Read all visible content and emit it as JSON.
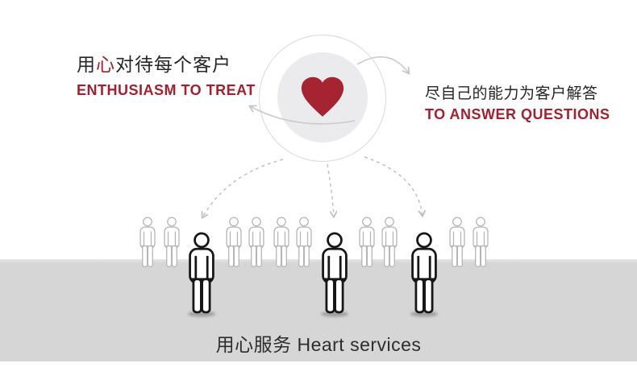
{
  "left_callout": {
    "title_prefix": "用",
    "title_accent": "心",
    "title_rest": "对待每个客户",
    "subtitle": "ENTHUSIASM TO TREAT"
  },
  "right_callout": {
    "title": "尽自己的能力为客户解答",
    "subtitle": "TO ANSWER QUESTIONS"
  },
  "footer": {
    "caption": "用心服务 Heart services"
  },
  "colors": {
    "accent_red": "#a5202e",
    "heart_red": "#a62331",
    "band_gray": "#d6d6d6",
    "dark_text": "#262626",
    "figure_outline_large": "#171717",
    "figure_outline_small": "#b5b5b5",
    "arrow_gray": "#c6c6c6",
    "circle_inner_gray": "#ebebed"
  },
  "icons": [
    "heart-icon",
    "heart-circle",
    "curved-arrow-left-icon",
    "curved-arrow-right-icon",
    "dashed-arrow-left-icon",
    "dashed-arrow-middle-icon",
    "dashed-arrow-right-icon",
    "person-figure-small",
    "person-figure-large"
  ],
  "crowd": {
    "small_x": [
      183,
      213,
      290,
      318,
      349,
      377,
      455,
      483,
      567,
      596
    ],
    "large_x": [
      250,
      415,
      526
    ]
  }
}
